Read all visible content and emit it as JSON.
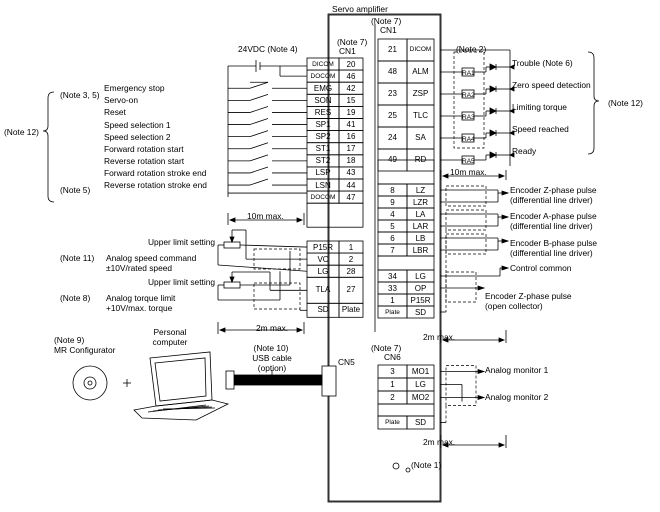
{
  "amp_title": "Servo amplifier",
  "notes": {
    "cn1_head": "(Note 7)",
    "cn1": "CN1",
    "cn1r_head": "(Note 7)",
    "cn1r": "CN1",
    "cn6_head": "(Note 7)",
    "cn6": "CN6",
    "cn5": "CN5",
    "supply": "24VDC (Note 4)",
    "note2": "(Note 2)",
    "note12_left": "(Note 12)",
    "note12_right": "(Note 12)",
    "note35": "(Note 3, 5)",
    "note5": "(Note 5)",
    "note11": "(Note 11)",
    "note8": "(Note 8)",
    "note9": "(Note 9)",
    "mrconf": "MR Configurator",
    "pc1": "Personal",
    "pc2": "computer",
    "note10": "(Note 10)",
    "usb1": "USB cable",
    "usb2": "(option)",
    "note1": "(Note 1)"
  },
  "inputs": [
    {
      "label": "Emergency stop",
      "pin_name": "EMG",
      "pin": "42"
    },
    {
      "label": "Servo-on",
      "pin_name": "SON",
      "pin": "15"
    },
    {
      "label": "Reset",
      "pin_name": "RES",
      "pin": "19"
    },
    {
      "label": "Speed selection 1",
      "pin_name": "SP1",
      "pin": "41"
    },
    {
      "label": "Speed selection 2",
      "pin_name": "SP2",
      "pin": "16"
    },
    {
      "label": "Forward rotation start",
      "pin_name": "ST1",
      "pin": "17"
    },
    {
      "label": "Reverse rotation start",
      "pin_name": "ST2",
      "pin": "18"
    },
    {
      "label": "Forward rotation stroke end",
      "pin_name": "LSP",
      "pin": "43"
    },
    {
      "label": "Reverse rotation stroke end",
      "pin_name": "LSN",
      "pin": "44"
    }
  ],
  "left_power": [
    {
      "pin_name": "DICOM",
      "pin": "20"
    },
    {
      "pin_name": "DOCOM",
      "pin": "46"
    },
    {
      "pin_name": "DOCOM",
      "pin": "47"
    }
  ],
  "analog_left": [
    {
      "pin_name": "P15R",
      "pin": "1"
    },
    {
      "pin_name": "VC",
      "pin": "2"
    },
    {
      "pin_name": "LG",
      "pin": "28"
    },
    {
      "pin_name": "TLA",
      "pin": "27"
    },
    {
      "pin_name": "SD",
      "pin": "Plate"
    }
  ],
  "analog_labels": {
    "upper1": "Upper limit setting",
    "speed1": "Analog speed command",
    "speed2": "±10V/rated speed",
    "upper2": "Upper limit setting",
    "torque1": "Analog torque limit",
    "torque2": "+10V/max. torque"
  },
  "outputs_dicom": {
    "pin": "21",
    "pin_name": "DICOM"
  },
  "outputs": [
    {
      "pin": "48",
      "pin_name": "ALM",
      "label": "Trouble (Note 6)"
    },
    {
      "pin": "23",
      "pin_name": "ZSP",
      "label": "Zero speed detection"
    },
    {
      "pin": "25",
      "pin_name": "TLC",
      "label": "Limiting torque"
    },
    {
      "pin": "24",
      "pin_name": "SA",
      "label": "Speed reached"
    },
    {
      "pin": "49",
      "pin_name": "RD",
      "label": "Ready"
    }
  ],
  "ra_labels": [
    "RA1",
    "RA2",
    "RA3",
    "RA4",
    "RA5"
  ],
  "encoder_pins": [
    {
      "pin": "8",
      "pin_name": "LZ"
    },
    {
      "pin": "9",
      "pin_name": "LZR"
    },
    {
      "pin": "4",
      "pin_name": "LA"
    },
    {
      "pin": "5",
      "pin_name": "LAR"
    },
    {
      "pin": "6",
      "pin_name": "LB"
    },
    {
      "pin": "7",
      "pin_name": "LBR"
    },
    {
      "pin": "34",
      "pin_name": "LG"
    },
    {
      "pin": "33",
      "pin_name": "OP"
    },
    {
      "pin": "1",
      "pin_name": "P15R"
    },
    {
      "pin": "Plate",
      "pin_name": "SD"
    }
  ],
  "encoder_labels": {
    "z1": "Encoder Z-phase pulse",
    "z2": "(differential line driver)",
    "a1": "Encoder A-phase pulse",
    "a2": "(differential line driver)",
    "b1": "Encoder B-phase pulse",
    "b2": "(differential line driver)",
    "cc": "Control common",
    "oz1": "Encoder Z-phase pulse",
    "oz2": "(open collector)"
  },
  "cn6_pins": [
    {
      "pin": "3",
      "pin_name": "MO1"
    },
    {
      "pin": "1",
      "pin_name": "LG"
    },
    {
      "pin": "2",
      "pin_name": "MO2"
    },
    {
      "pin": "Plate",
      "pin_name": "SD"
    }
  ],
  "monitor_labels": {
    "m1": "Analog monitor 1",
    "m2": "Analog monitor 2"
  },
  "distances": {
    "d1": "10m max.",
    "d2": "10m max.",
    "d3": "2m max.",
    "d4": "2m max.",
    "d5": "2m max."
  }
}
